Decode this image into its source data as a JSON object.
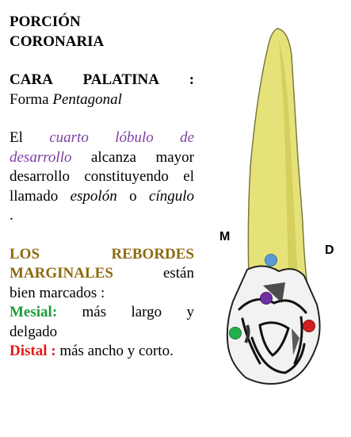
{
  "title": {
    "line1": "PORCIÓN",
    "line2": "CORONARIA"
  },
  "cara": {
    "label_a": "CARA",
    "label_b": "PALATINA",
    "colon": ":",
    "forma_word": "Forma",
    "forma_value": "Pentagonal"
  },
  "paragraph": {
    "line1_a": "El",
    "line1_b": "cuarto",
    "line1_c": "lóbulo",
    "line1_d": "de",
    "line2_a": "desarrollo",
    "line2_b": "alcanza mayor",
    "line3": "desarrollo constituyendo el",
    "line4_a": "llamado",
    "line4_b": "espolón",
    "line4_c": "o",
    "line4_d": "cíngulo",
    "line5": "."
  },
  "rebordes": {
    "line1_a": "LOS",
    "line1_b": "REBORDES",
    "line2_a": "MARGINALES",
    "line2_b": "están",
    "line3": "bien marcados :",
    "mesial_label": "Mesial:",
    "mesial_a": "más largo",
    "mesial_b": "y",
    "mesial_line2": "delgado",
    "distal_label": "Distal :",
    "distal_text": "más ancho y corto."
  },
  "figure": {
    "label_m": "M",
    "label_d": "D",
    "root_color": "#e6e27a",
    "root_shade": "#c9c34a",
    "dot_colors": {
      "blue": "#5b9bd5",
      "purple": "#7030a0",
      "green": "#22b14c",
      "red": "#d02020"
    }
  }
}
